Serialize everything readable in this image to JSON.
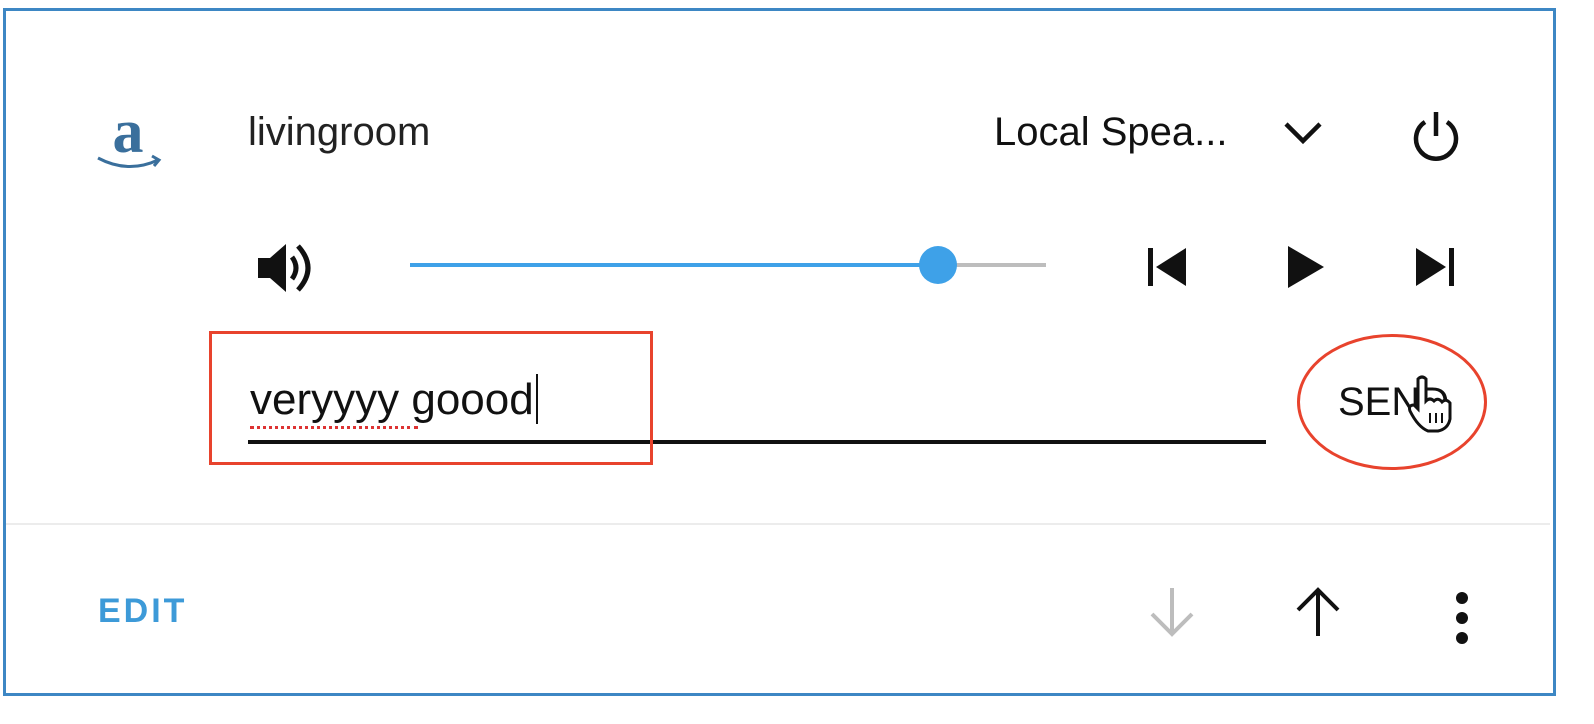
{
  "card": {
    "entity_name": "livingroom",
    "source_select": {
      "selected": "Local Spea..."
    },
    "volume": {
      "level": 0.83,
      "accent_color": "#3ea1e8"
    },
    "tts_input": {
      "value": "veryyyy goood"
    },
    "send_label": "SEND",
    "footer": {
      "edit_label": "EDIT"
    }
  },
  "annotations": {
    "highlight_color": "#e8432d"
  },
  "icons": [
    "amazon-logo",
    "chevron-down-icon",
    "power-icon",
    "volume-icon",
    "skip-previous-icon",
    "play-icon",
    "skip-next-icon",
    "arrow-down-icon",
    "arrow-up-icon",
    "more-vertical-icon",
    "hand-cursor-icon"
  ]
}
